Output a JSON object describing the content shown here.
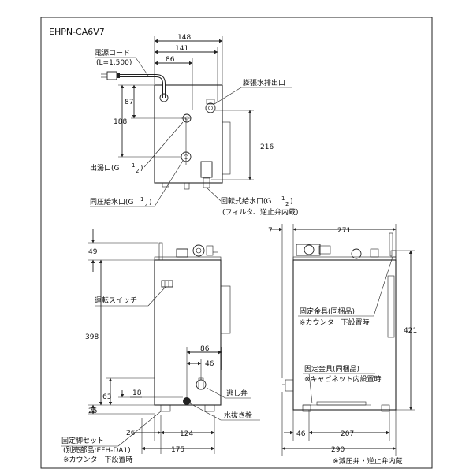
{
  "model": "EHPN-CA6V7",
  "top_view": {
    "dims": {
      "d148": "148",
      "d141": "141",
      "d86": "86",
      "d87": "87",
      "d188": "188",
      "d216": "216"
    },
    "labels": {
      "power_cord": "電源コード",
      "cord_length": "(L=1,500)",
      "expansion_outlet": "膨張水排出口",
      "hot_outlet": "出湯口(G",
      "same_pressure_inlet": "同圧給水口(G",
      "rotary_inlet": "回転式給水口(G",
      "rotary_note": "(フィルタ、逆止弁内蔵)"
    },
    "fraction_num": "1",
    "fraction_den": "2",
    "close_paren": ")"
  },
  "front_view": {
    "dims": {
      "d49": "49",
      "d398": "398",
      "d86": "86",
      "d46": "46",
      "d63": "63",
      "d18": "18",
      "d25": "25",
      "d26": "26",
      "d124": "124",
      "d175": "175"
    },
    "labels": {
      "run_switch": "運転スイッチ",
      "relief_valve": "逃し弁",
      "drain_plug": "水抜き栓",
      "fixed_leg_set": "固定脚セット",
      "fixed_leg_option": "(別売部品:EFH-DA1)",
      "under_counter": "※カウンター下設置時"
    }
  },
  "side_view": {
    "dims": {
      "d7": "7",
      "d271": "271",
      "d421": "421",
      "d46": "46",
      "d207": "207",
      "d290": "290"
    },
    "labels": {
      "fixing_bracket_1": "固定金具(同梱品)",
      "under_counter_1": "※カウンター下設置時",
      "fixing_bracket_2": "固定金具(同梱品)",
      "in_cabinet": "※キャビネット内設置時",
      "footnote": "※減圧弁・逆止弁内蔵"
    }
  }
}
